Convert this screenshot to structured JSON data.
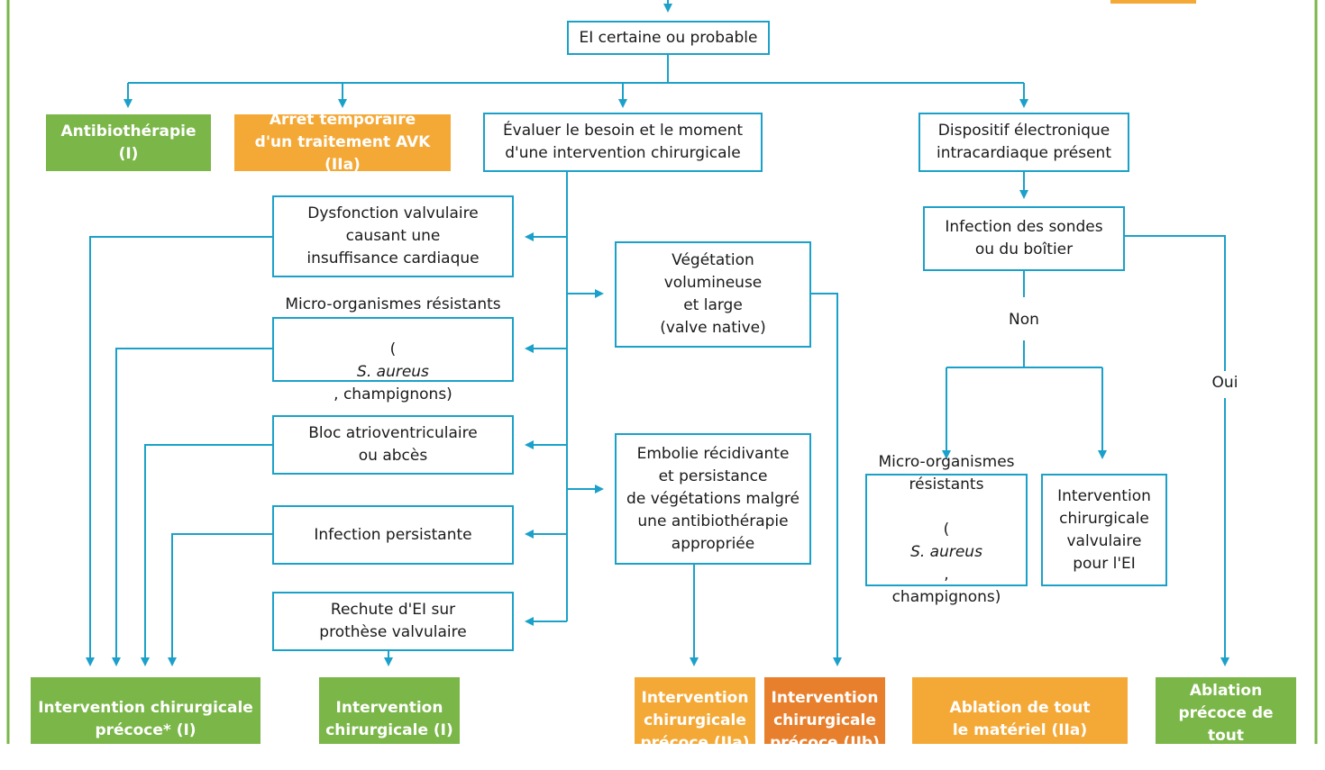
{
  "colors": {
    "line": "#1ba1c9",
    "green": "#7ab648",
    "light_orange": "#f4a937",
    "dark_orange": "#e87f2c"
  },
  "top_box": "EI certaine ou probable",
  "row1": {
    "antibio": "Antibiothérapie (I)",
    "avk": "Arrêt temporaire\nd'un traitement AVK (IIa)",
    "evaluer": "Évaluer le besoin et le moment\nd'une intervention chirurgicale",
    "dispositif": "Dispositif électronique\nintracardiaque présent"
  },
  "left_criteria": {
    "dysfonction": "Dysfonction valvulaire\ncausant une\ninsuffisance cardiaque",
    "micro_line1": "Micro-organismes résistants",
    "micro_open": "(",
    "micro_species": "S. aureus",
    "micro_close": ", champignons)",
    "bloc": "Bloc atrioventriculaire\nou abcès",
    "persistante": "Infection persistante",
    "rechute": "Rechute d'EI sur\nprothèse valvulaire"
  },
  "mid_criteria": {
    "vegetation": "Végétation\nvolumineuse\net large\n(valve native)",
    "embolie": "Embolie récidivante\net persistance\nde végétations malgré\nune antibiothérapie\nappropriée"
  },
  "right_branch": {
    "infection_sondes": "Infection des sondes\nou du boîtier",
    "non": "Non",
    "oui": "Oui",
    "micro_line1": "Micro-organismes\nrésistants",
    "micro_open": "(",
    "micro_species": "S. aureus",
    "micro_close": ",\nchampignons)",
    "intervention_valv": "Intervention\nchirurgicale\nvalvulaire\npour l'EI"
  },
  "outcomes": {
    "precoce_I": "Intervention chirurgicale\nprécoce* (I)",
    "chir_I": "Intervention\nchirurgicale (I)",
    "precoce_IIa": "Intervention\nchirurgicale\nprécoce (IIa)",
    "precoce_IIb": "Intervention\nchirurgicale\nprécoce (IIb)",
    "ablation_IIa": "Ablation de tout\nle matériel (IIa)",
    "ablation_I": "Ablation\nprécoce de tout\nle matériel (I)"
  }
}
